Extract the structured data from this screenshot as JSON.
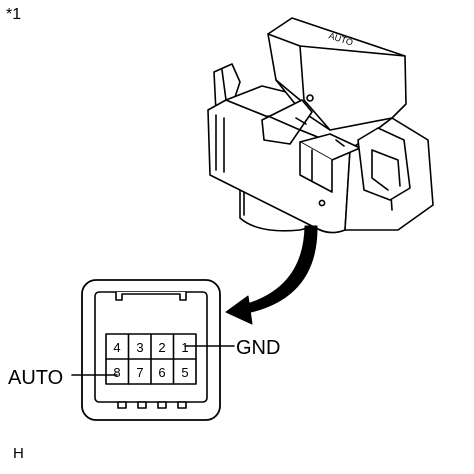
{
  "labels": {
    "reference": "*1",
    "corner": "H",
    "gnd": "GND",
    "auto": "AUTO",
    "switch_marking": "AUTO"
  },
  "connector": {
    "top_row": [
      "4",
      "3",
      "2",
      "1"
    ],
    "bottom_row": [
      "8",
      "7",
      "6",
      "5"
    ]
  }
}
